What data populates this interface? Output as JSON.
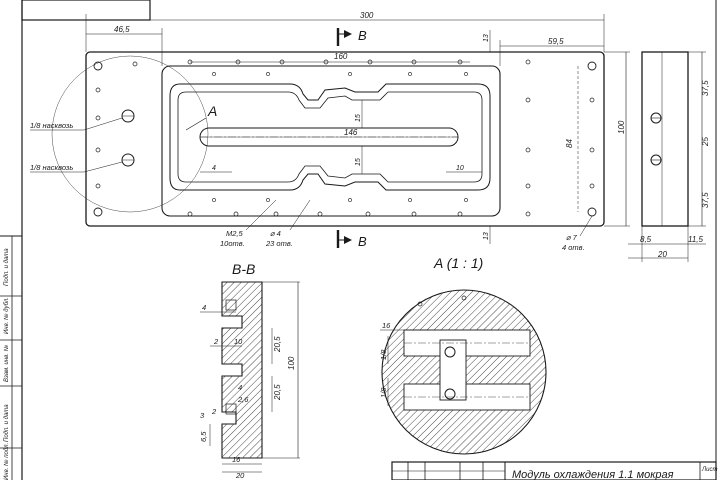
{
  "drawing": {
    "title": "Модуль охлаждения 1.1 мокрая",
    "sheet_label": "Лист",
    "side_stamp_fields": [
      "Подп. и дата",
      "Инв. № дубл.",
      "Взам. инв. №",
      "Подп. и дата",
      "Инв. № подл."
    ]
  },
  "section_marks": {
    "letter": "B"
  },
  "front_view": {
    "dims": {
      "overall_width": "300",
      "left_offset": "46,5",
      "groove_length": "160",
      "slot_length": "146",
      "top_margin": "13",
      "bottom_margin": "13",
      "right_offset": "59,5",
      "overall_height": "100",
      "hole_spacing": "84",
      "slot_to_edge_1": "15",
      "slot_to_edge_2": "15",
      "slot_width_left": "4",
      "slot_width_right": "10"
    },
    "callouts": {
      "detail_letter": "A",
      "port_1": "1/8 насквозь",
      "port_2": "1/8 насквозь",
      "thread": "М2,5",
      "thread_count": "10отв.",
      "hole_dia": "⌀ 4",
      "hole_count": "23 отв.",
      "big_hole_dia": "⌀ 7",
      "big_hole_count": "4 отв."
    }
  },
  "side_view": {
    "dims": {
      "d1": "37,5",
      "d2": "25",
      "d3": "37,5",
      "left": "8,5",
      "right": "11,5",
      "width": "20"
    }
  },
  "section_view": {
    "title": "B-B",
    "dims": {
      "a": "4",
      "b": "2",
      "c": "10",
      "d": "20,5",
      "e": "20,5",
      "f": "100",
      "g": "4",
      "h": "2,6",
      "i": "3",
      "j": "2",
      "k": "6,5",
      "l": "16",
      "m": "20"
    }
  },
  "detail_view": {
    "title": "A (1 : 1)",
    "dims": {
      "a": "16",
      "b": "1/8",
      "c": "1/8"
    }
  }
}
